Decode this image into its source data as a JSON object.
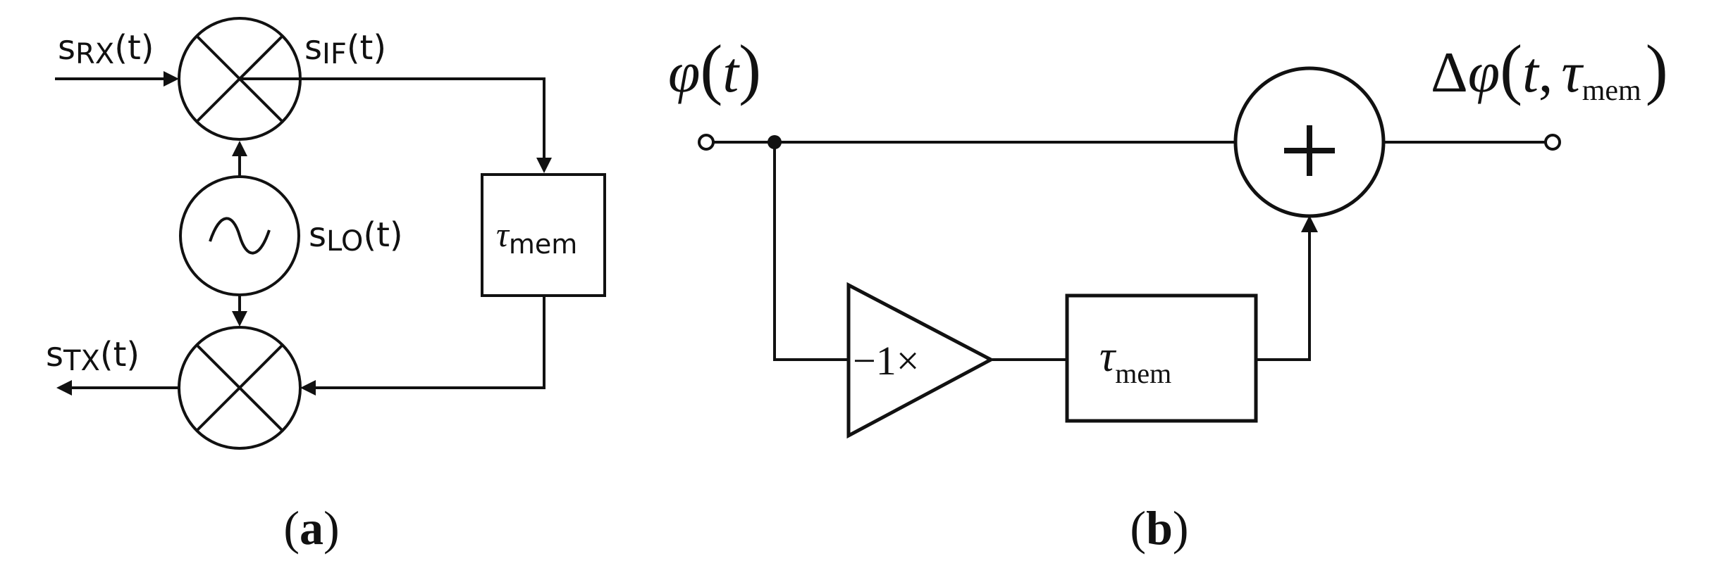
{
  "panel_a": {
    "label_open": "(",
    "label_letter": "a",
    "label_close": ")",
    "rx": {
      "base": "s",
      "sub": "RX",
      "arg": "(t)"
    },
    "if": {
      "base": "s",
      "sub": "IF",
      "arg": "(t)"
    },
    "lo": {
      "base": "s",
      "sub": "LO",
      "arg": "(t)"
    },
    "tx": {
      "base": "s",
      "sub": "TX",
      "arg": "(t)"
    },
    "delay": {
      "base": "τ",
      "sub": "mem"
    }
  },
  "panel_b": {
    "label_open": "(",
    "label_letter": "b",
    "label_close": ")",
    "input": {
      "sym": "φ",
      "lp": "(",
      "var": "t",
      "rp": ")"
    },
    "output": {
      "delta": "Δ",
      "sym": "φ",
      "lp": "(",
      "var": "t",
      "comma": ",",
      "tau": "τ",
      "sub": "mem",
      "rp": ")"
    },
    "gain": "−1×",
    "delay": {
      "base": "τ",
      "sub": "mem"
    },
    "adder": "+"
  }
}
